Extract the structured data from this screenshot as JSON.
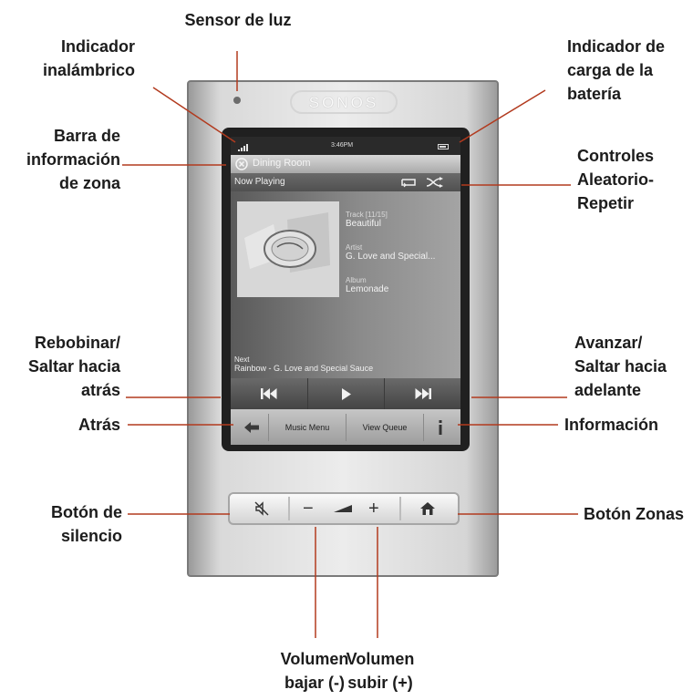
{
  "device": {
    "logo": "SONOS",
    "status_time": "3:46PM",
    "zone_name": "Dining Room",
    "now_playing_label": "Now Playing",
    "track_label": "Track [11/15]",
    "track_title": "Beautiful",
    "artist_label": "Artist",
    "artist_name": "G. Love and Special...",
    "album_label": "Album",
    "album_name": "Lemonade",
    "next_label": "Next",
    "next_track": "Rainbow - G. Love and Special Sauce",
    "music_menu_label": "Music Menu",
    "view_queue_label": "View Queue",
    "volume_minus_label": "−",
    "volume_plus_label": "+"
  },
  "callouts": {
    "sensor_luz": "Sensor de luz",
    "indicador_inalambrico": "Indicador\ninalámbrico",
    "indicador_carga": "Indicador de\ncarga de la\nbatería",
    "barra_zona": "Barra de\ninformación\nde zona",
    "controles_aleatorio": "Controles\nAleatorio-\nRepetir",
    "rebobinar": "Rebobinar/\nSaltar hacia\natrás",
    "avanzar": "Avanzar/\nSaltar hacia\nadelante",
    "atras": "Atrás",
    "informacion": "Información",
    "boton_silencio": "Botón de\nsilencio",
    "boton_zonas": "Botón Zonas",
    "volumen_bajar": "Volumen\nbajar (-)",
    "volumen_subir": "Volumen\nsubir (+)"
  },
  "colors": {
    "leader_line": "#b23a1e",
    "label_text": "#1c1c1c"
  },
  "icons": [
    "signal-icon",
    "battery-icon",
    "zone-close-icon",
    "repeat-icon",
    "shuffle-icon",
    "rewind-icon",
    "play-icon",
    "forward-icon",
    "back-arrow-icon",
    "info-icon",
    "mute-icon",
    "volume-ramp-icon",
    "home-icon"
  ]
}
